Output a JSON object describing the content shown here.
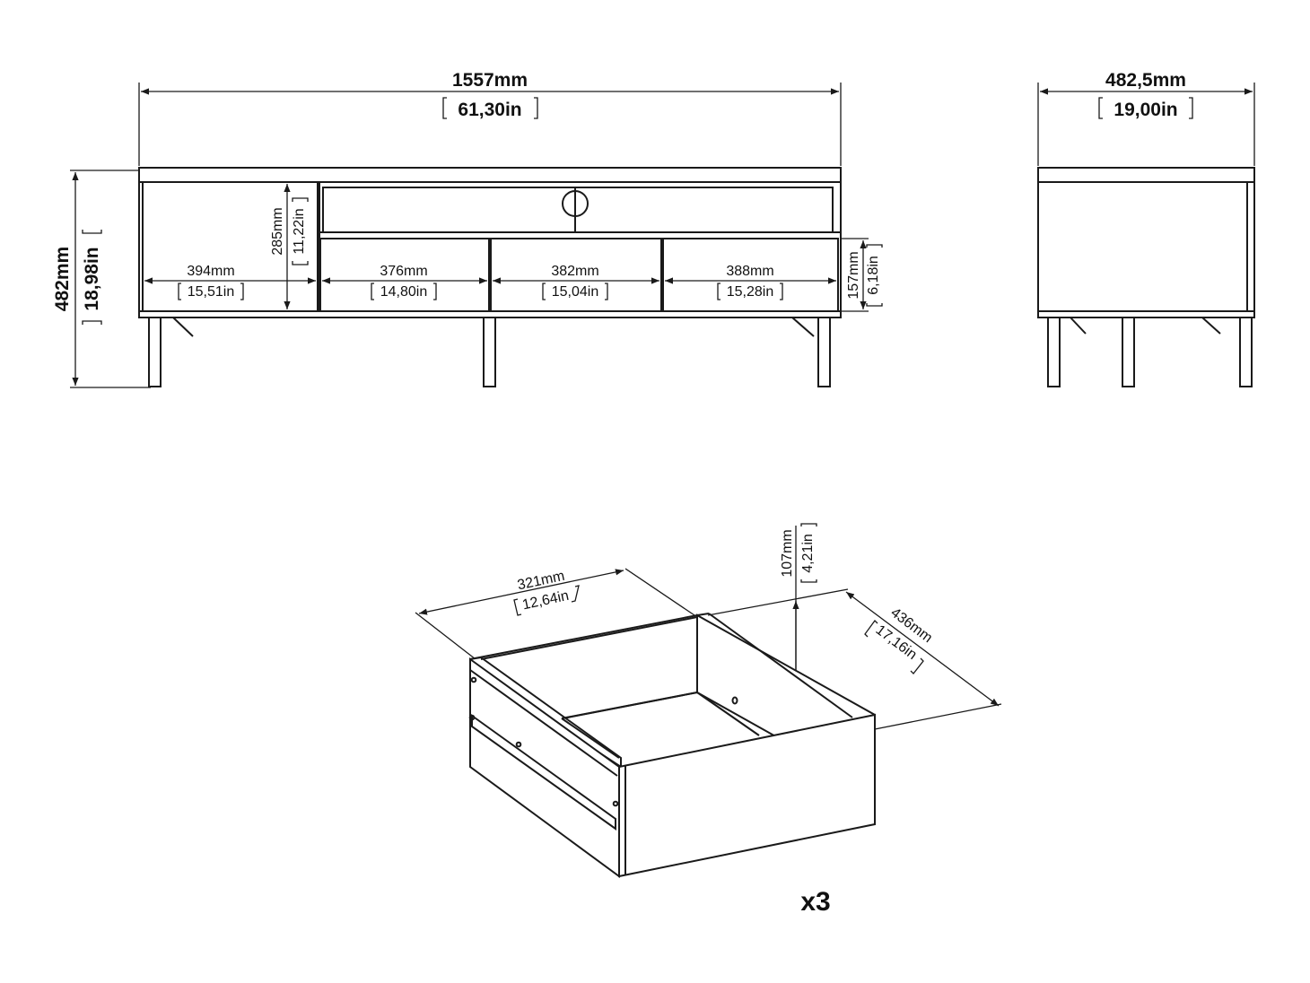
{
  "front_view": {
    "width_mm": "1557mm",
    "width_in": "61,30in",
    "height_mm": "482mm",
    "height_in": "18,98in",
    "door_height_mm": "285mm",
    "door_height_in": "11,22in",
    "drawer_height_mm": "157mm",
    "drawer_height_in": "6,18in",
    "section_1_mm": "394mm",
    "section_1_in": "15,51in",
    "section_2_mm": "376mm",
    "section_2_in": "14,80in",
    "section_3_mm": "382mm",
    "section_3_in": "15,04in",
    "section_4_mm": "388mm",
    "section_4_in": "15,28in"
  },
  "side_view": {
    "depth_mm": "482,5mm",
    "depth_in": "19,00in"
  },
  "drawer_view": {
    "width_mm": "321mm",
    "width_in": "12,64in",
    "height_mm": "107mm",
    "height_in": "4,21in",
    "depth_mm": "436mm",
    "depth_in": "17,16in",
    "quantity": "x3"
  }
}
